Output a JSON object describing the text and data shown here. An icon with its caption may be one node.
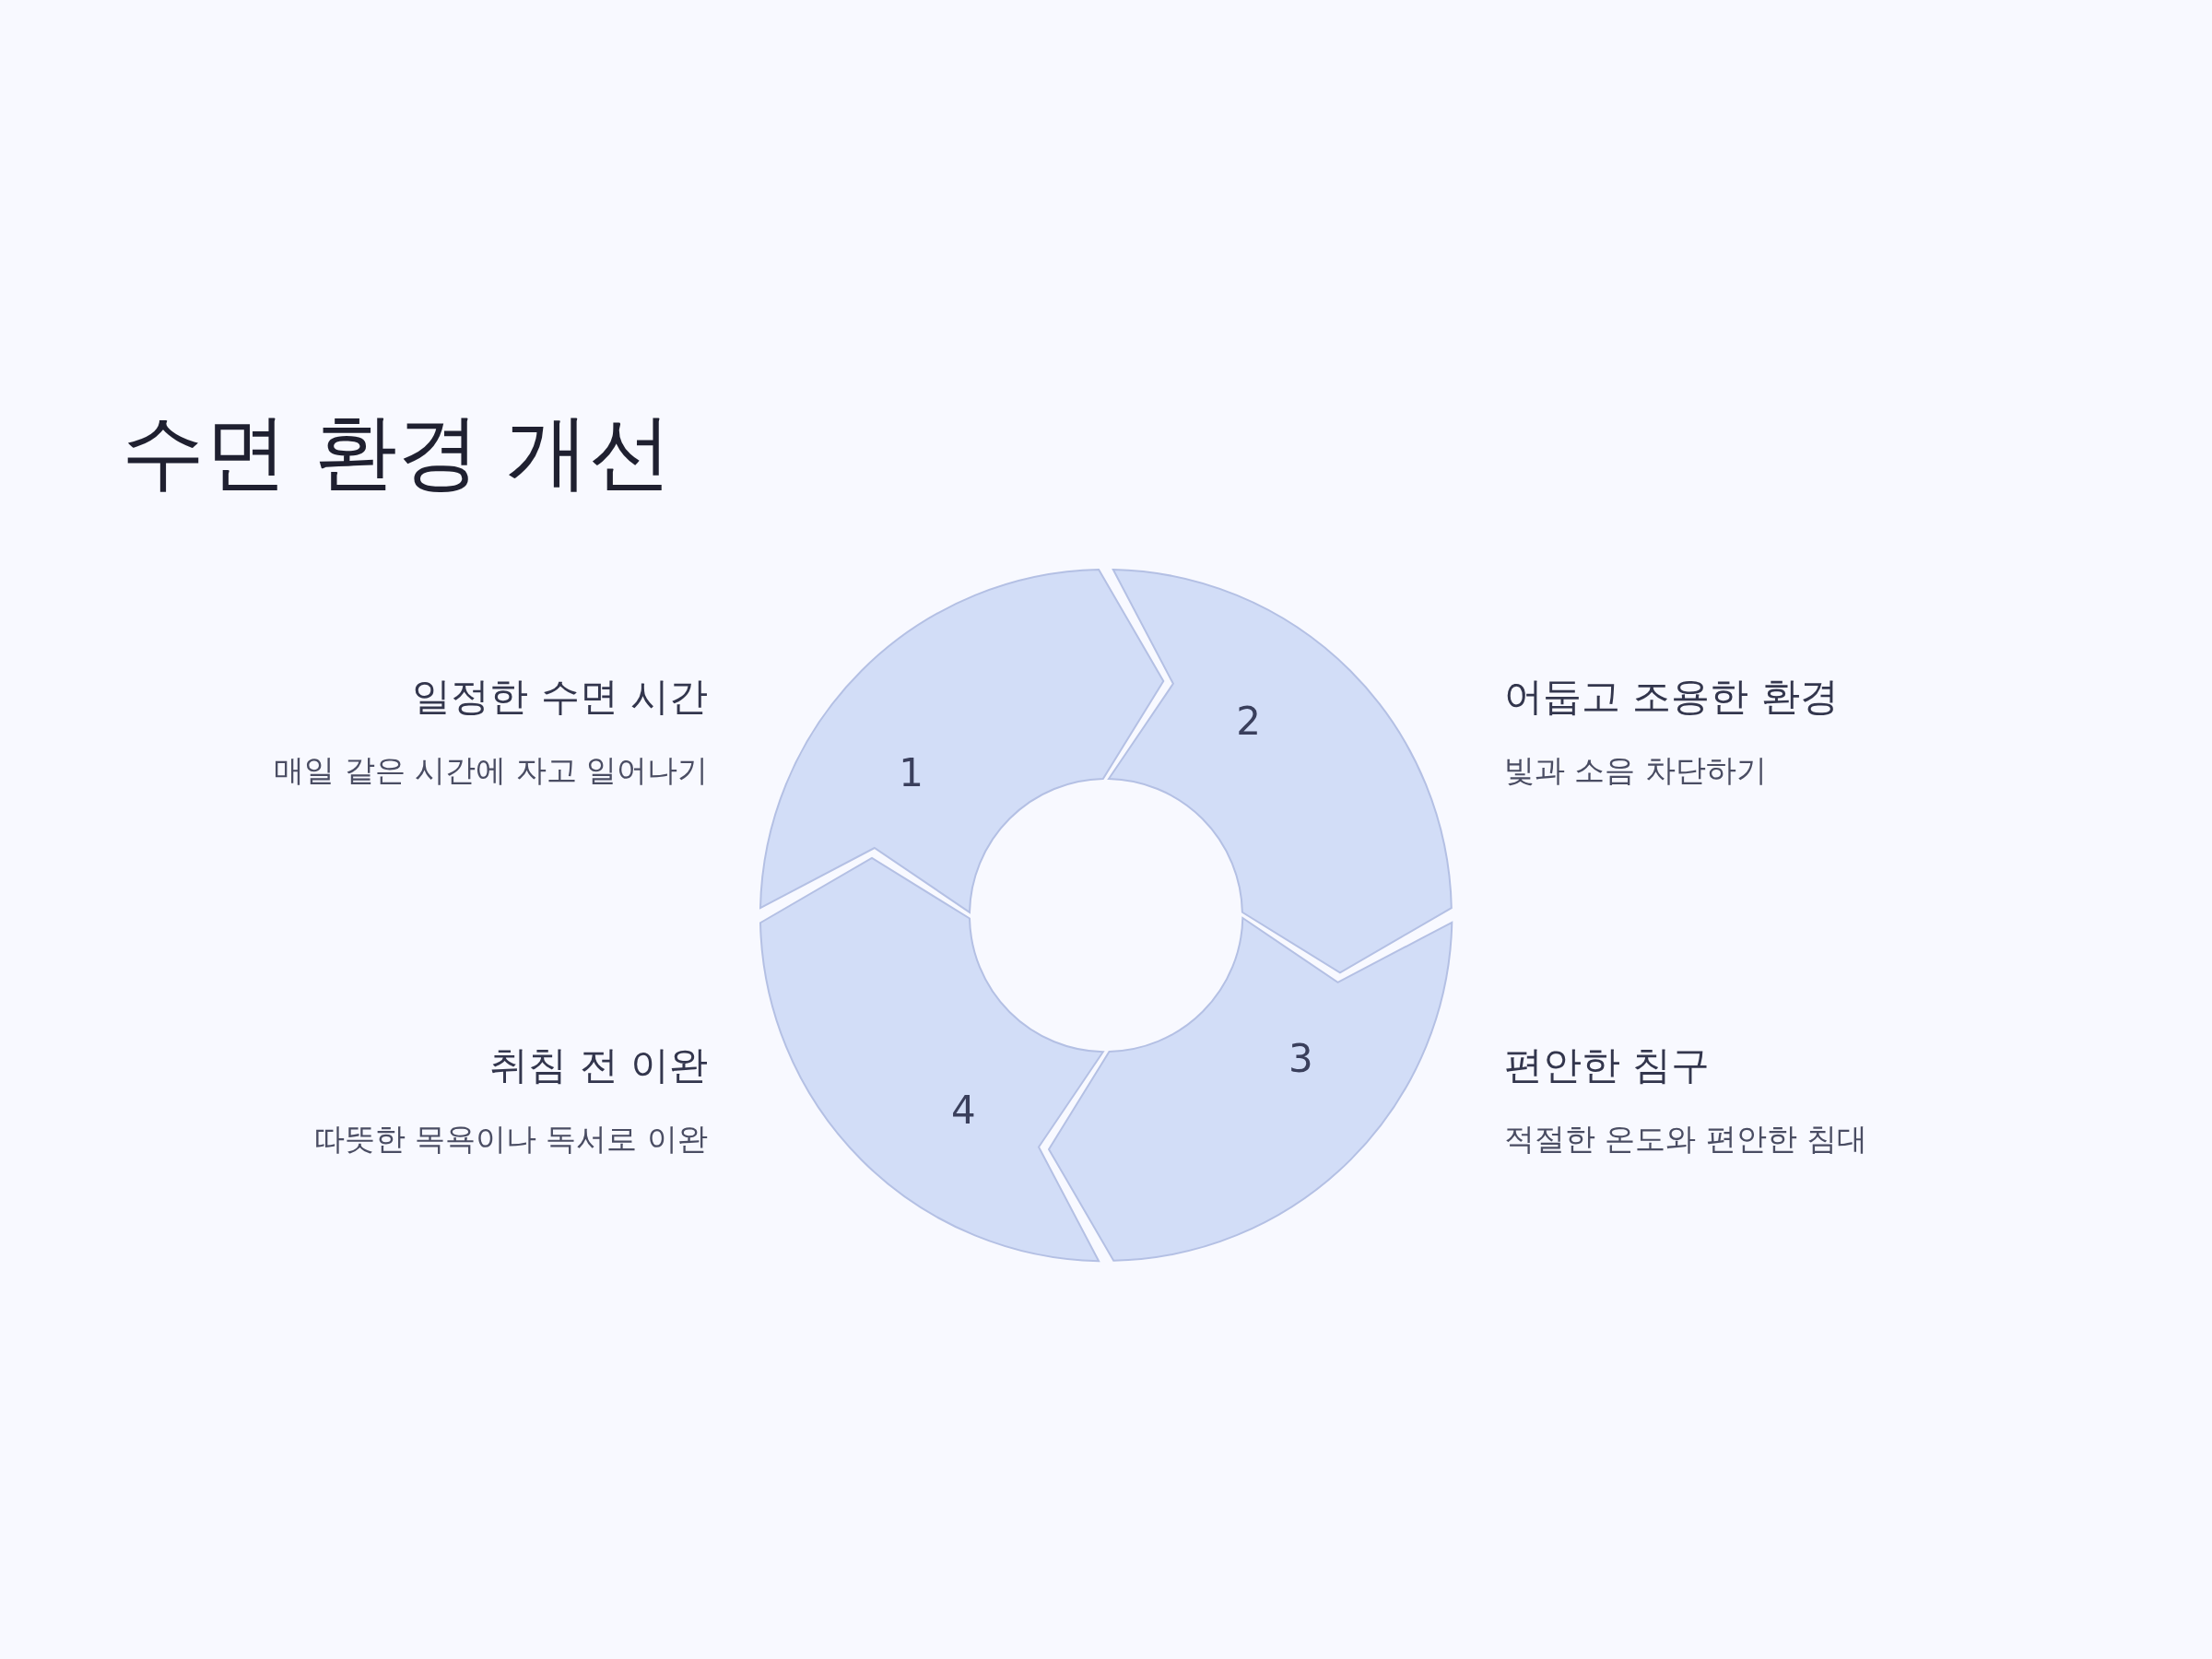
{
  "diagram": {
    "title": "수면 환경 개선",
    "nodes": [
      {
        "text": [
          "1"
        ],
        "beside": [
          "일정한 수면 시간",
          "매일 같은 시간에 자고 일어나기"
        ]
      },
      {
        "text": [
          "2"
        ],
        "beside": [
          "어둡고 조용한 환경",
          "빛과 소음 차단하기"
        ]
      },
      {
        "text": [
          "3"
        ],
        "beside": [
          "편안한 침구",
          "적절한 온도와 편안한 침대"
        ]
      },
      {
        "text": [
          "4"
        ],
        "beside": [
          "취침 전 이완",
          "따뜻한 목욕이나 독서로 이완"
        ]
      }
    ]
  }
}
